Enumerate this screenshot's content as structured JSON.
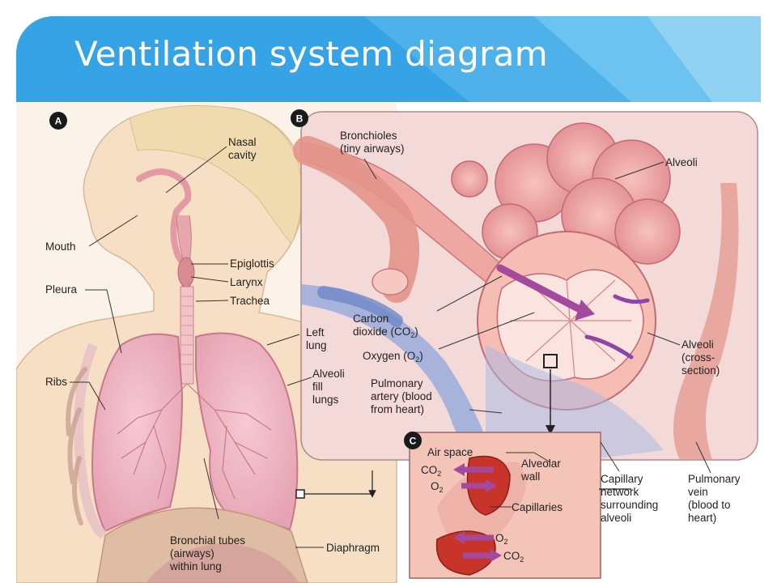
{
  "slide": {
    "title": "Ventilation system diagram",
    "colors": {
      "banner": "#35a3e6",
      "banner_light": "#6cc2f0",
      "panel_b_bg": "#f3d9d8",
      "alveoli": "#e07f86",
      "oxygen_arrow": "#a44a9e",
      "skin": "#f6dfc4"
    }
  },
  "diagram": {
    "panel_a": {
      "badge": "A",
      "labels": {
        "nasal_cavity": [
          "Nasal",
          "cavity"
        ],
        "mouth": "Mouth",
        "epiglottis": "Epiglottis",
        "larynx": "Larynx",
        "trachea": "Trachea",
        "pleura": "Pleura",
        "left_lung": [
          "Left",
          "lung"
        ],
        "alveoli_fill_lungs": [
          "Alveoli",
          "fill",
          "lungs"
        ],
        "ribs": "Ribs",
        "bronchial_tubes": [
          "Bronchial tubes",
          "(airways)",
          "within lung"
        ],
        "diaphragm": "Diaphragm"
      }
    },
    "panel_b": {
      "badge": "B",
      "labels": {
        "bronchioles": [
          "Bronchioles",
          "(tiny airways)"
        ],
        "alveoli": "Alveoli",
        "carbon_dioxide": [
          "Carbon",
          "dioxide (CO",
          "2",
          ")"
        ],
        "oxygen": [
          "Oxygen (O",
          "2",
          ")"
        ],
        "pulmonary_artery": [
          "Pulmonary",
          "artery (blood",
          "from heart)"
        ],
        "alveoli_cross_section": [
          "Alveoli",
          "(cross-",
          "section)"
        ],
        "capillary_network": [
          "Capillary",
          "network",
          "surrounding",
          "alveoli"
        ],
        "pulmonary_vein": [
          "Pulmonary",
          "vein",
          "(blood to",
          "heart)"
        ]
      }
    },
    "panel_c": {
      "badge": "C",
      "labels": {
        "air_space": "Air space",
        "alveolar_wall": [
          "Alveolar",
          "wall"
        ],
        "capillaries": "Capillaries",
        "co2_top": [
          "CO",
          "2"
        ],
        "o2_top": [
          "O",
          "2"
        ],
        "o2_bottom": [
          "O",
          "2"
        ],
        "co2_bottom": [
          "CO",
          "2"
        ]
      }
    }
  }
}
